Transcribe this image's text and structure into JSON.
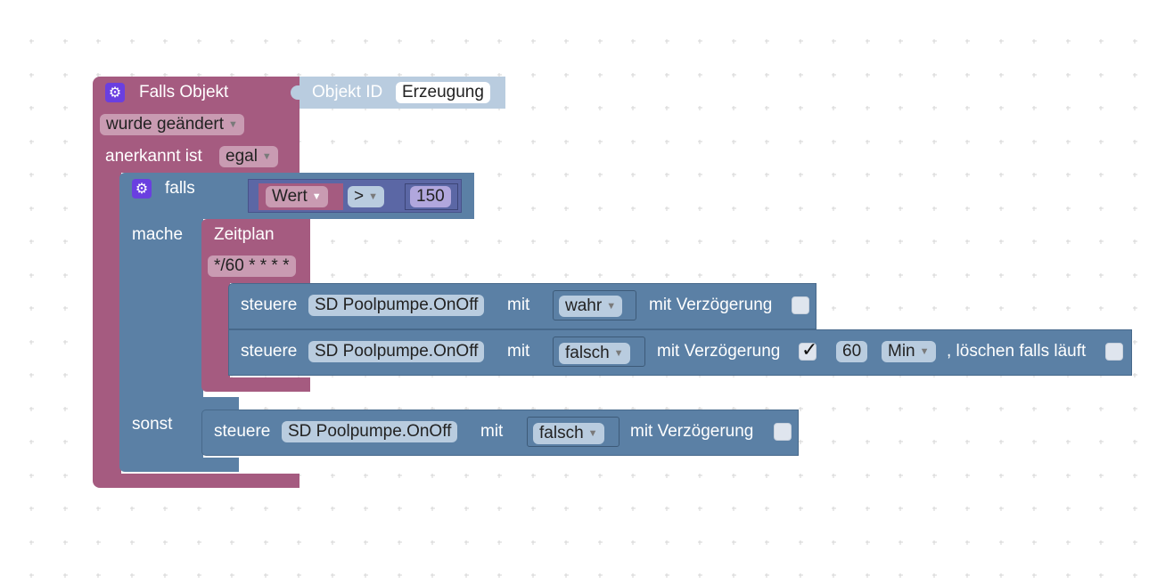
{
  "event_block": {
    "title": "Falls Objekt",
    "mode": "wurde geändert",
    "ack_label": "anerkannt ist",
    "ack_value": "egal",
    "object_label": "Objekt ID",
    "object_value": "Erzeugung",
    "gear_icon": "gear-icon"
  },
  "if_block": {
    "falls_label": "falls",
    "mache_label": "mache",
    "sonst_label": "sonst",
    "condition": {
      "left": "Wert",
      "operator": ">",
      "right": "150"
    }
  },
  "schedule_block": {
    "label": "Zeitplan",
    "cron": "*/60 * * * *"
  },
  "control_blocks": [
    {
      "label": "steuere",
      "object": "SD Poolpumpe.OnOff",
      "with": "mit",
      "value": "wahr",
      "delay_label": "mit Verzögerung"
    },
    {
      "label": "steuere",
      "object": "SD Poolpumpe.OnOff",
      "with": "mit",
      "value": "falsch",
      "delay_label": "mit Verzögerung",
      "delay_checked": "✓",
      "delay_amount": "60",
      "delay_unit": "Min",
      "clear_label": ", löschen falls läuft"
    },
    {
      "label": "steuere",
      "object": "SD Poolpumpe.OnOff",
      "with": "mit",
      "value": "falsch",
      "delay_label": "mit Verzögerung"
    }
  ],
  "colors": {
    "event": "#a55b80",
    "control": "#5b80a5",
    "object_id": "#b9ccdf",
    "number": "#5b67a5"
  }
}
